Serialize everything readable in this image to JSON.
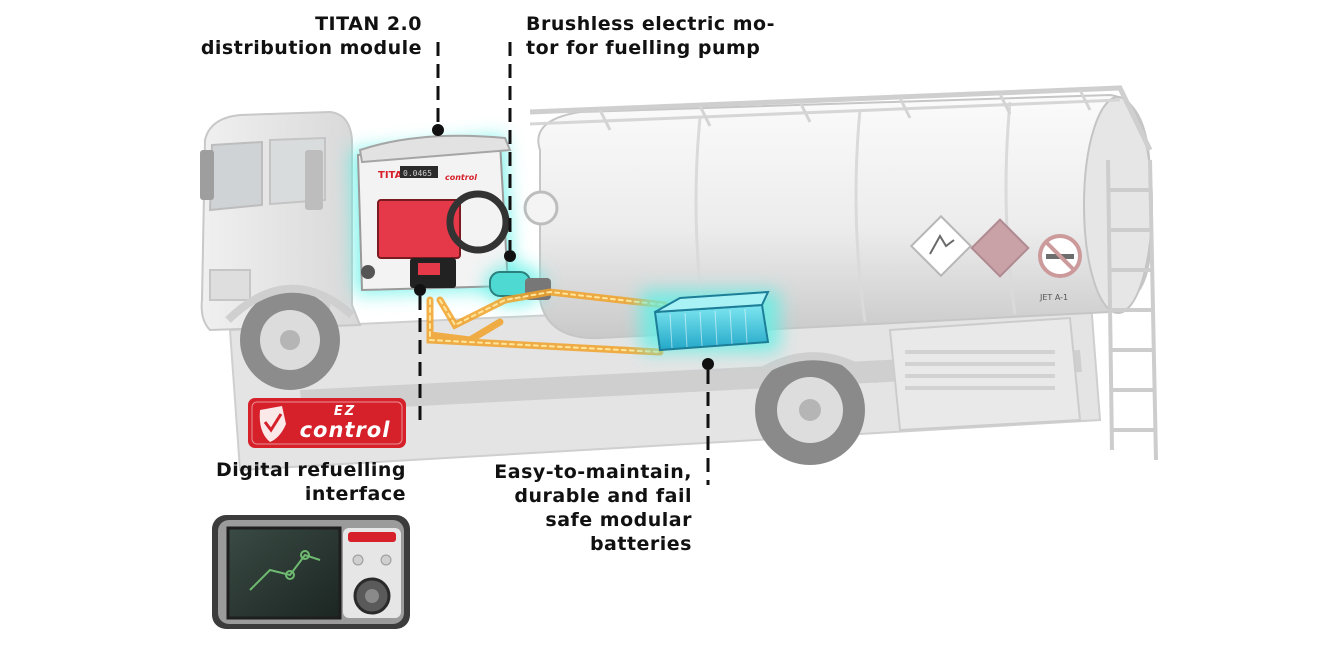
{
  "callouts": {
    "titan": {
      "line1": "TITAN 2.0",
      "line2": "distribution module"
    },
    "motor": {
      "line1": "Brushless electric mo-",
      "line2": "tor for fuelling pump"
    },
    "interface": {
      "line1": "Digital refuelling",
      "line2": "interface"
    },
    "batteries": {
      "line1": "Easy-to-maintain,",
      "line2": "durable and fail",
      "line3": "safe modular",
      "line4": "batteries"
    }
  },
  "badge": {
    "line1": "EZ",
    "line2": "control"
  },
  "module": {
    "brand": "TITAN",
    "display": "0.0465",
    "logo": "control"
  },
  "tank_labels": {
    "product": "JET A-1"
  },
  "colors": {
    "accent_red": "#d6202a",
    "glow_cyan": "#5ef0e6",
    "flow_orange": "#f2a229",
    "truck_grey": "#d9d9d9"
  }
}
